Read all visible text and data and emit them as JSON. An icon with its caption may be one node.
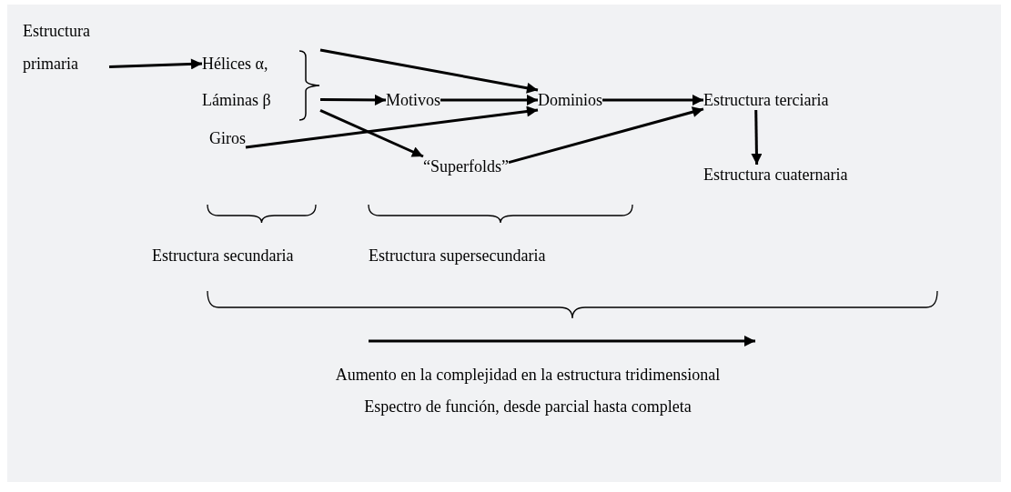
{
  "diagram": {
    "nodes": [
      {
        "text": [
          "Estructura primaria"
        ]
      },
      {
        "text": [
          "Hélices α,"
        ]
      },
      {
        "text": [
          "Láminas β"
        ]
      },
      {
        "text": [],
        "shape": "brace"
      },
      {
        "text": [
          "Giros"
        ]
      },
      {
        "text": [
          "Motivos"
        ]
      },
      {
        "text": [
          "Dominios"
        ]
      },
      {
        "text": [
          "Estructura terciaria"
        ]
      },
      {
        "text": [
          "“Superfolds”"
        ]
      },
      {
        "text": [
          "Estructura cuaternaria"
        ]
      }
    ],
    "edges": [
      {
        "from": 0,
        "to": 1,
        "arrow": "to"
      },
      {
        "from": 3,
        "to": 6,
        "arrow": "to"
      },
      {
        "from": 3,
        "to": 5,
        "arrow": "to"
      },
      {
        "from": 3,
        "to": 8,
        "arrow": "to"
      },
      {
        "from": 4,
        "to": 6,
        "arrow": "to"
      },
      {
        "from": 5,
        "to": 6,
        "arrow": "to"
      },
      {
        "from": 6,
        "to": 7,
        "arrow": "to"
      },
      {
        "from": 8,
        "to": 7,
        "arrow": "to"
      },
      {
        "from": 7,
        "to": 9,
        "arrow": "to"
      }
    ],
    "labels": [
      "Estructura secundaria",
      "Estructura supersecundaria",
      "Aumento en la complejidad en la estructura tridimensional",
      "Espectro de función, desde parcial hasta completa"
    ]
  }
}
